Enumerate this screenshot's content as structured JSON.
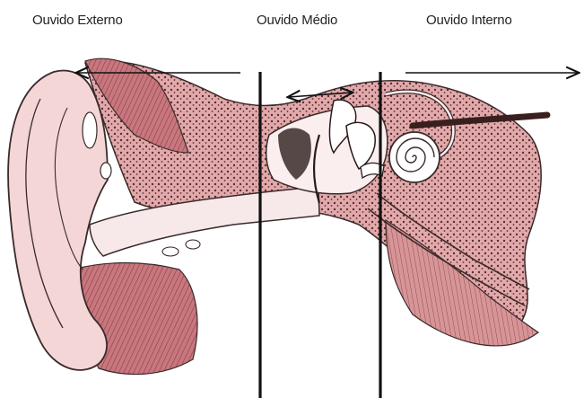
{
  "labels": {
    "outer_ear": "Ouvido Externo",
    "middle_ear": "Ouvido Médio",
    "inner_ear": "Ouvido Interno"
  },
  "colors": {
    "background": "#ffffff",
    "tissue_pink": "#e8b4b4",
    "flesh_light": "#f6dede",
    "bone_dark": "#c98c8e",
    "canal": "#f7e9e9",
    "outline": "#3a2a2a",
    "muscle": "#a85e63",
    "divider": "#111111"
  },
  "icons": [
    "arrow-left-icon",
    "double-arrow-icon",
    "arrow-right-icon"
  ]
}
